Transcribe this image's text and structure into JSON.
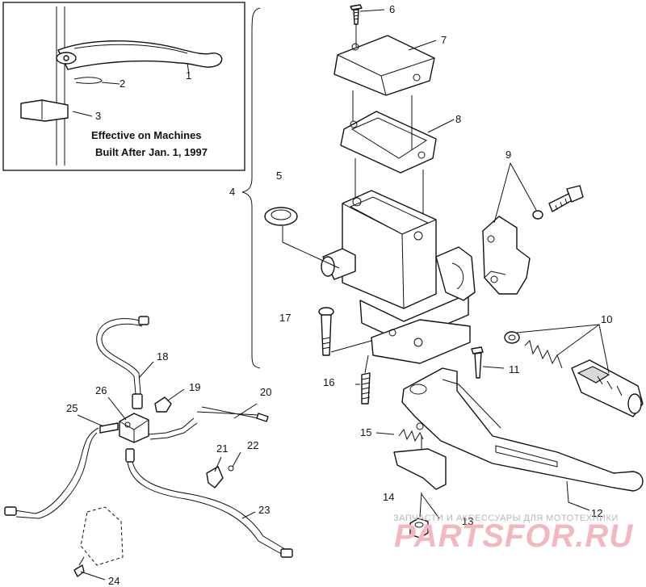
{
  "inset": {
    "note_line1": "Effective on Machines",
    "note_line2": "Built After Jan. 1, 1997"
  },
  "callouts": [
    "1",
    "2",
    "3",
    "4",
    "5",
    "6",
    "7",
    "8",
    "9",
    "10",
    "11",
    "12",
    "13",
    "14",
    "15",
    "16",
    "17",
    "18",
    "19",
    "20",
    "21",
    "22",
    "23",
    "24",
    "25",
    "26"
  ],
  "watermark": {
    "small": "ЗАПЧАСТИ И АКСЕССУАРЫ ДЛЯ МОТОТЕХНИКИ",
    "logo": "PARTSFOR.RU"
  },
  "colors": {
    "line": "#111111",
    "watermark_logo": "#f2b8be",
    "watermark_text": "#b7b7b7"
  }
}
